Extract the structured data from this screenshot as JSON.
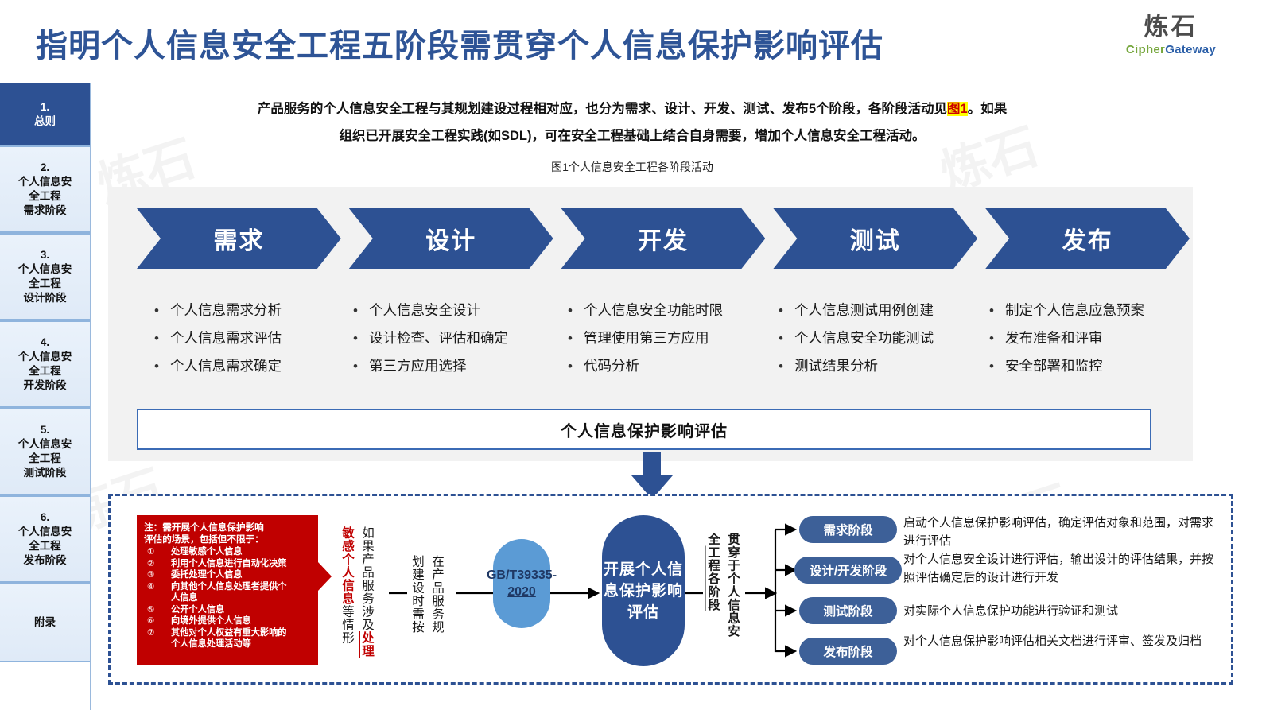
{
  "header": {
    "title": "指明个人信息安全工程五阶段需贯穿个人信息保护影响评估",
    "logo_cn": "炼石",
    "logo_en_1": "Cipher",
    "logo_en_2": "Gateway",
    "title_color": "#2e5496"
  },
  "sidebar": {
    "items": [
      {
        "label": "1.\n总则",
        "active": true
      },
      {
        "label": "2.\n个人信息安\n全工程\n需求阶段",
        "active": false
      },
      {
        "label": "3.\n个人信息安\n全工程\n设计阶段",
        "active": false
      },
      {
        "label": "4.\n个人信息安\n全工程\n开发阶段",
        "active": false
      },
      {
        "label": "5.\n个人信息安\n全工程\n测试阶段",
        "active": false
      },
      {
        "label": "6.\n个人信息安\n全工程\n发布阶段",
        "active": false
      },
      {
        "label": "附录",
        "active": false
      }
    ]
  },
  "intro": {
    "line1_a": "产品服务的个人信息安全工程与其规划建设过程相对应，也分为需求、设计、开发、测试、发布5个阶段，各阶段活动见",
    "line1_hl": "图1",
    "line1_b": "。如果",
    "line2": "组织已开展安全工程实践(如SDL)，可在安全工程基础上结合自身需要，增加个人信息安全工程活动。",
    "figure_caption": "图1个人信息安全工程各阶段活动"
  },
  "phases": [
    {
      "name": "需求",
      "activities": [
        "个人信息需求分析",
        "个人信息需求评估",
        "个人信息需求确定"
      ]
    },
    {
      "name": "设计",
      "activities": [
        "个人信息安全设计",
        "设计检查、评估和确定",
        "第三方应用选择"
      ]
    },
    {
      "name": "开发",
      "activities": [
        "个人信息安全功能时限",
        "管理使用第三方应用",
        "代码分析"
      ]
    },
    {
      "name": "测试",
      "activities": [
        "个人信息测试用例创建",
        "个人信息安全功能测试",
        "测试结果分析"
      ]
    },
    {
      "name": "发布",
      "activities": [
        "制定个人信息应急预案",
        "发布准备和评审",
        "安全部署和监控"
      ]
    }
  ],
  "pia_bar_label": "个人信息保护影响评估",
  "bottom": {
    "red_note": {
      "title": "注：需开展个人信息保护影响\n评估的场景，包括但不限于：",
      "items": [
        {
          "num": "①",
          "text": "处理敏感个人信息"
        },
        {
          "num": "②",
          "text": "利用个人信息进行自动化决策"
        },
        {
          "num": "③",
          "text": "委托处理个人信息"
        },
        {
          "num": "④",
          "text": "向其他个人信息处理者提供个\n人信息"
        },
        {
          "num": "⑤",
          "text": "公开个人信息"
        },
        {
          "num": "⑥",
          "text": "向境外提供个人信息"
        },
        {
          "num": "⑦",
          "text": "其他对个人权益有重大影响的\n个人信息处理活动等"
        }
      ]
    },
    "vtext_1_a": "如果产品服务涉及",
    "vtext_1_red": "处理敏感个人信息",
    "vtext_1_b": "等情形",
    "vtext_2": "在产品服务规划建设时需按",
    "gbt_pill": "GB/T39335-2020",
    "main_pill": "开展个人信息保护影响评估",
    "vtext_3_a": "贯穿于个人信息安全",
    "vtext_3_u": "工程各阶段",
    "stages": [
      {
        "label": "需求阶段",
        "desc": "启动个人信息保护影响评估，确定评估对象和范围，对需求进行评估"
      },
      {
        "label": "设计/开发阶段",
        "desc": "对个人信息安全设计进行评估，输出设计的评估结果，并按照评估确定后的设计进行开发"
      },
      {
        "label": "测试阶段",
        "desc": "对实际个人信息保护功能进行验证和测试"
      },
      {
        "label": "发布阶段",
        "desc": "对个人信息保护影响评估相关文档进行评审、签发及归档"
      }
    ]
  },
  "colors": {
    "brand_blue": "#2d5193",
    "light_blue": "#5b9bd5",
    "panel_gray": "#f2f2f2",
    "red": "#c00000",
    "highlight": "#ffff00"
  }
}
